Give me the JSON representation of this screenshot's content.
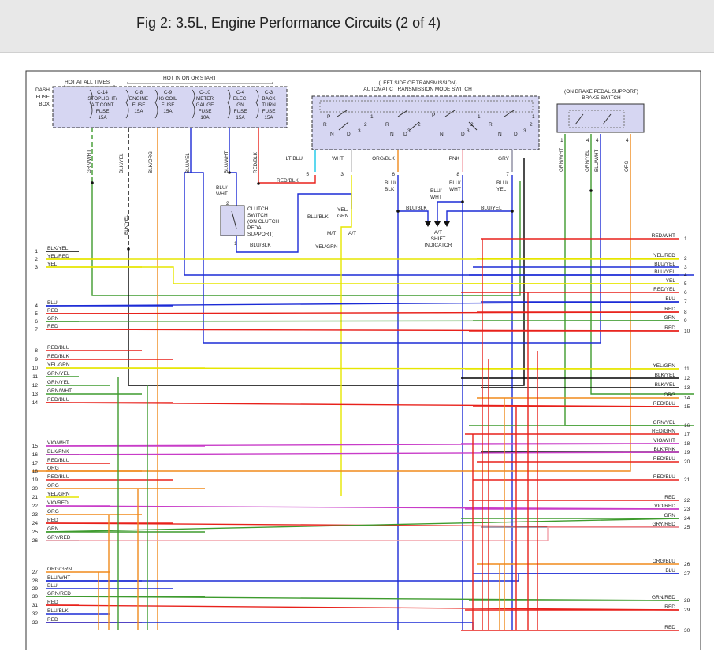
{
  "title": "Fig 2: 3.5L, Engine Performance Circuits (2 of 4)",
  "fuse_box": {
    "label": [
      "DASH",
      "FUSE",
      "BOX"
    ],
    "hot_at_all_times": "HOT AT ALL TIMES",
    "hot_in_on_or_start": "HOT IN ON OR START",
    "fuses": [
      {
        "lines": [
          "C-14",
          "STOPLIGHT/",
          "A/T CONT",
          "FUSE",
          "15A"
        ]
      },
      {
        "lines": [
          "C-8",
          "ENGINE",
          "FUSE",
          "15A"
        ]
      },
      {
        "lines": [
          "C-9",
          "IG COIL",
          "FUSE",
          "15A"
        ]
      },
      {
        "lines": [
          "C-10",
          "METER",
          "GAUGE",
          "FUSE",
          "10A"
        ]
      },
      {
        "lines": [
          "C-4",
          "ELEC.",
          "IGN.",
          "FUSE",
          "15A"
        ]
      },
      {
        "lines": [
          "C-3",
          "BACK",
          "TURN",
          "FUSE",
          "15A"
        ]
      }
    ],
    "wire_labels": [
      "GRN/WHT",
      "BLK/YEL",
      "BLK/ORG",
      "BLU/YEL",
      "BLU/WHT",
      "RED/BLK"
    ]
  },
  "transmission_switch": {
    "title_lines": [
      "(LEFT SIDE OF TRANSMISSION)",
      "AUTOMATIC TRANSMISSION MODE SWITCH"
    ],
    "pins": [
      {
        "num": "5",
        "color": "LT BLU"
      },
      {
        "num": "3",
        "color": "WHT"
      },
      {
        "num": "6",
        "color": "ORG/BLK"
      },
      {
        "num": "8",
        "color": "PNK"
      },
      {
        "num": "7",
        "color": "GRY"
      }
    ],
    "switch_letters": [
      "P",
      "R",
      "N",
      "D",
      "1",
      "2",
      "3"
    ]
  },
  "brake_switch": {
    "title_lines": [
      "(ON BRAKE PEDAL SUPPORT)",
      "BRAKE SWITCH"
    ],
    "pins": [
      "1",
      "4",
      "4",
      "4"
    ],
    "wire_labels": [
      "GRN/WHT",
      "GRN/YEL",
      "BLU/WHT",
      "ORG"
    ]
  },
  "clutch_switch": {
    "label_lines": [
      "CLUTCH",
      "SWITCH",
      "(ON CLUTCH",
      "PEDAL",
      "SUPPORT)"
    ],
    "pin_top": "2",
    "pin_bottom": "1",
    "wire_top": [
      "BLU/",
      "WHT"
    ],
    "wire_bottom": "BLU/BLK"
  },
  "shift_indicator": {
    "label_lines": [
      "A/T",
      "SHIFT",
      "INDICATOR"
    ],
    "wire_labels": [
      "BLU/BLK",
      "BLU/WHT",
      "BLU/YEL"
    ]
  },
  "connector_mt_at": {
    "mt": "M/T",
    "at": "A/T",
    "wires": [
      "BLU/BLK",
      "YEL/GRN"
    ],
    "bottom_wire": "YEL/GRN"
  },
  "mid_labels": {
    "red_blk": "RED/BLK",
    "blu_blk_col": [
      "BLU/",
      "BLK"
    ],
    "blu_wht_col": [
      "BLU/",
      "WHT"
    ],
    "blu_yel_col": [
      "BLU/",
      "YEL"
    ],
    "blk_yel_vert": "BLK/YEL"
  },
  "left_pins": [
    {
      "num": "1",
      "label": "BLK/YEL"
    },
    {
      "num": "2",
      "label": "YEL/RED"
    },
    {
      "num": "3",
      "label": "YEL"
    },
    {
      "num": "4",
      "label": "BLU"
    },
    {
      "num": "5",
      "label": "RED"
    },
    {
      "num": "6",
      "label": "GRN"
    },
    {
      "num": "7",
      "label": "RED"
    },
    {
      "num": "8",
      "label": "RED/BLU"
    },
    {
      "num": "9",
      "label": "RED/BLK"
    },
    {
      "num": "10",
      "label": "YEL/GRN"
    },
    {
      "num": "11",
      "label": "GRN/YEL"
    },
    {
      "num": "12",
      "label": "GRN/YEL"
    },
    {
      "num": "13",
      "label": "GRN/WHT"
    },
    {
      "num": "14",
      "label": "RED/BLU"
    },
    {
      "num": "15",
      "label": "VIO/WHT"
    },
    {
      "num": "16",
      "label": "BLK/PNK"
    },
    {
      "num": "17",
      "label": "RED/BLU"
    },
    {
      "num": "18",
      "label": "ORG"
    },
    {
      "num": "19",
      "label": "RED/BLU"
    },
    {
      "num": "20",
      "label": "ORG"
    },
    {
      "num": "21",
      "label": "YEL/GRN"
    },
    {
      "num": "22",
      "label": "VIO/RED"
    },
    {
      "num": "23",
      "label": "ORG"
    },
    {
      "num": "24",
      "label": "RED"
    },
    {
      "num": "25",
      "label": "GRN"
    },
    {
      "num": "26",
      "label": "GRY/RED"
    },
    {
      "num": "27",
      "label": "ORG/GRN"
    },
    {
      "num": "28",
      "label": "BLU/WHT"
    },
    {
      "num": "29",
      "label": "BLU"
    },
    {
      "num": "30",
      "label": "GRN/RED"
    },
    {
      "num": "31",
      "label": "RED"
    },
    {
      "num": "32",
      "label": "BLU/BLK"
    },
    {
      "num": "33",
      "label": "RED"
    }
  ],
  "right_pins": [
    {
      "num": "1",
      "label": "RED/WHT"
    },
    {
      "num": "2",
      "label": "YEL/RED"
    },
    {
      "num": "3",
      "label": "BLU/YEL"
    },
    {
      "num": "4",
      "label": "BLU/YEL"
    },
    {
      "num": "5",
      "label": "YEL"
    },
    {
      "num": "6",
      "label": "RED/YEL"
    },
    {
      "num": "7",
      "label": "BLU"
    },
    {
      "num": "8",
      "label": "RED"
    },
    {
      "num": "9",
      "label": "GRN"
    },
    {
      "num": "10",
      "label": "RED"
    },
    {
      "num": "11",
      "label": "YEL/GRN"
    },
    {
      "num": "12",
      "label": "BLK/YEL"
    },
    {
      "num": "13",
      "label": "BLK/YEL"
    },
    {
      "num": "14",
      "label": "ORG"
    },
    {
      "num": "15",
      "label": "RED/BLU"
    },
    {
      "num": "16",
      "label": "GRN/YEL"
    },
    {
      "num": "17",
      "label": "RED/GRN"
    },
    {
      "num": "18",
      "label": "VIO/WHT"
    },
    {
      "num": "19",
      "label": "BLK/PNK"
    },
    {
      "num": "20",
      "label": "RED/BLU"
    },
    {
      "num": "21",
      "label": "RED/BLU"
    },
    {
      "num": "22",
      "label": "RED"
    },
    {
      "num": "23",
      "label": "VIO/RED"
    },
    {
      "num": "24",
      "label": "GRN"
    },
    {
      "num": "25",
      "label": "GRY/RED"
    },
    {
      "num": "26",
      "label": "ORG/BLU"
    },
    {
      "num": "27",
      "label": "BLU"
    },
    {
      "num": "28",
      "label": "GRN/RED"
    },
    {
      "num": "29",
      "label": "RED"
    },
    {
      "num": "30",
      "label": "RED"
    }
  ],
  "colors": {
    "RED": "#e8211b",
    "GRN": "#3e9b2e",
    "BLU": "#1c2bd6",
    "YEL": "#e6e600",
    "ORG": "#f08a1c",
    "BLK": "#000000",
    "WHT": "#bbbbbb",
    "VIO": "#c83cc8",
    "PNK": "#f2a0a8",
    "GRY": "#8a8aa0",
    "LT BLU": "#18c8e8",
    "box_fill": "#d6d6f2"
  }
}
